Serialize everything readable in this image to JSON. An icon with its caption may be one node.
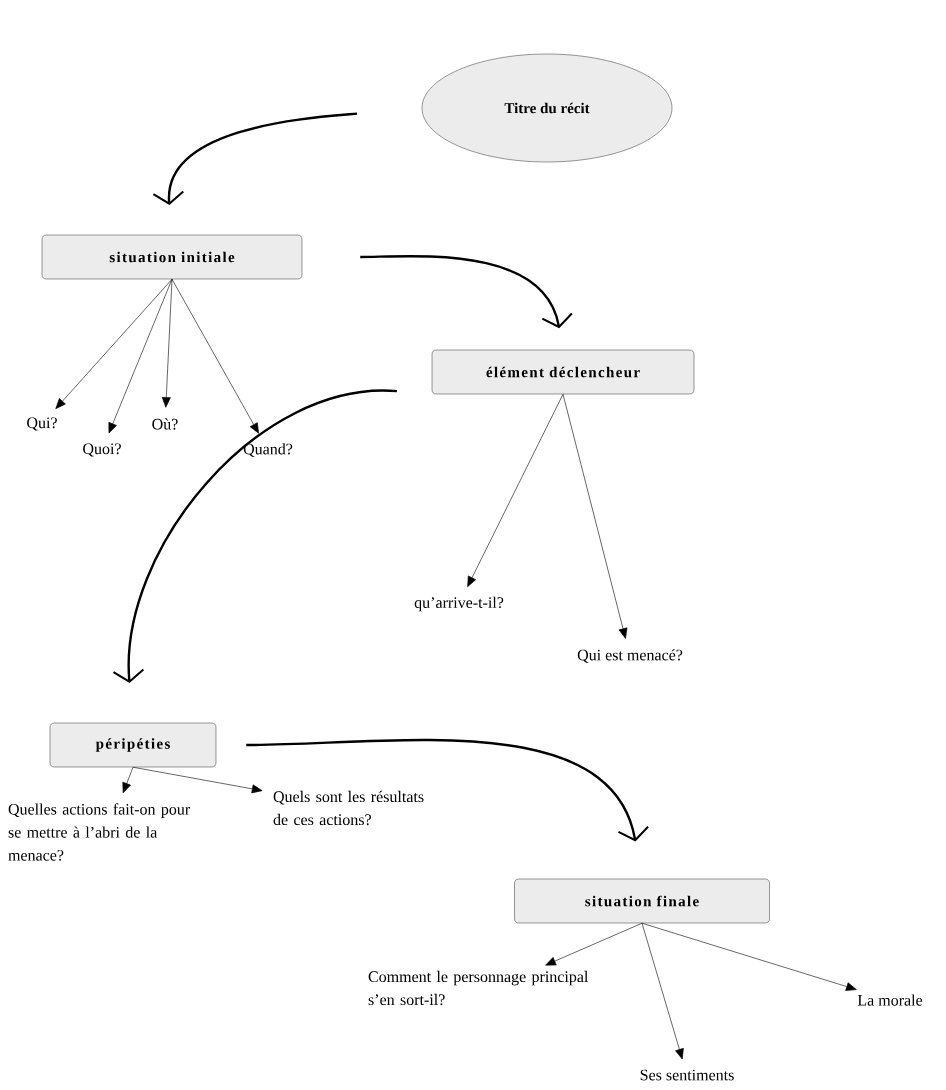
{
  "diagram": {
    "nodes": [
      {
        "text": [
          "Titre du récit"
        ]
      },
      {
        "text": [
          "situation initiale"
        ]
      },
      {
        "text": [
          "Qui?"
        ]
      },
      {
        "text": [
          "Quoi?"
        ]
      },
      {
        "text": [
          "Où?"
        ]
      },
      {
        "text": [
          "Quand?"
        ]
      },
      {
        "text": [
          "élément déclencheur"
        ]
      },
      {
        "text": [
          "qu’arrive-t-il?"
        ]
      },
      {
        "text": [
          "Qui est menacé?"
        ]
      },
      {
        "text": [
          "péripéties"
        ]
      },
      {
        "text": [
          "Quelles actions fait-on pour se mettre à l’abri de la menace?"
        ]
      },
      {
        "text": [
          "Quels sont les résultats de ces actions?"
        ]
      },
      {
        "text": [
          "situation finale"
        ]
      },
      {
        "text": [
          "Comment le personnage principal s’en sort-il?"
        ]
      },
      {
        "text": [
          "Ses sentiments"
        ]
      },
      {
        "text": [
          "La morale"
        ]
      }
    ],
    "edges": [
      {
        "from": 0,
        "to": 1,
        "arrow": "to",
        "style": "thick"
      },
      {
        "from": 1,
        "to": 2,
        "arrow": "to"
      },
      {
        "from": 1,
        "to": 3,
        "arrow": "to"
      },
      {
        "from": 1,
        "to": 4,
        "arrow": "to"
      },
      {
        "from": 1,
        "to": 5,
        "arrow": "to"
      },
      {
        "from": 1,
        "to": 6,
        "arrow": "to",
        "style": "thick"
      },
      {
        "from": 6,
        "to": 7,
        "arrow": "to"
      },
      {
        "from": 6,
        "to": 8,
        "arrow": "to"
      },
      {
        "from": 6,
        "to": 9,
        "arrow": "to",
        "style": "thick"
      },
      {
        "from": 9,
        "to": 10,
        "arrow": "to"
      },
      {
        "from": 9,
        "to": 11,
        "arrow": "to"
      },
      {
        "from": 9,
        "to": 12,
        "arrow": "to",
        "style": "thick"
      },
      {
        "from": 12,
        "to": 13,
        "arrow": "to"
      },
      {
        "from": 12,
        "to": 14,
        "arrow": "to"
      },
      {
        "from": 12,
        "to": 15,
        "arrow": "to"
      }
    ]
  }
}
